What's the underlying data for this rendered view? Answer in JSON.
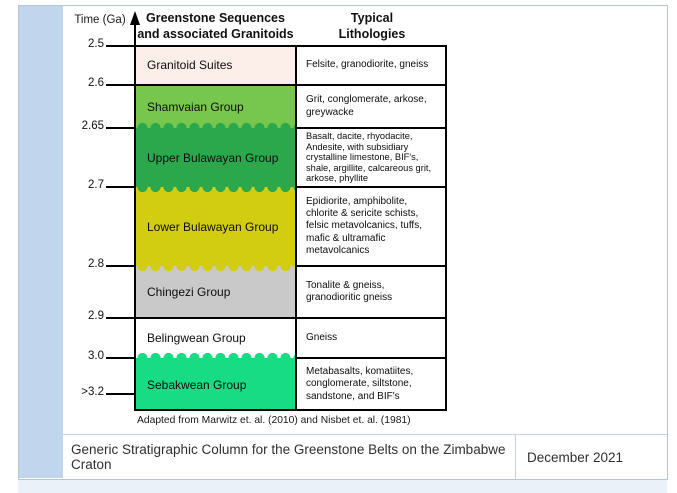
{
  "frame": {
    "left_margin_color": "#c1d5ec",
    "border_color": "#b5c8da"
  },
  "axis": {
    "label": "Time (Ga)",
    "ticks": [
      "2.5",
      "2.6",
      "2.65",
      "2.7",
      "2.8",
      "2.9",
      "3.0",
      ">3.2"
    ]
  },
  "columns": {
    "left_header_line1": "Greenstone Sequences",
    "left_header_line2": "and associated Granitoids",
    "right_header_line1": "Typical",
    "right_header_line2": "Lithologies"
  },
  "rows": [
    {
      "group": "Granitoid Suites",
      "lithology": "Felsite, granodiorite, gneiss",
      "color": "#fceee8"
    },
    {
      "group": "Shamvaian Group",
      "lithology": "Grit, conglomerate, arkose, greywacke",
      "color": "#77c64e"
    },
    {
      "group": "Upper Bulawayan Group",
      "lithology": "Basalt, dacite, rhyodacite, Andesite, with subsidiary crystalline limestone, BIF's, shale, argillite, calcareous grit, arkose, phyllite",
      "color": "#2ba84c"
    },
    {
      "group": "Lower Bulawayan Group",
      "lithology": "Epidiorite, amphibolite, chlorite & sericite schists, felsic metavolcanics, tuffs, mafic & ultramafic metavolcanics",
      "color": "#d3cd11"
    },
    {
      "group": "Chingezi Group",
      "lithology": "Tonalite & gneiss, granodioritic gneiss",
      "color": "#c9c9c9"
    },
    {
      "group": "Belingwean Group",
      "lithology": "Gneiss",
      "color": "#ffffff"
    },
    {
      "group": "Sebakwean Group",
      "lithology": "Metabasalts, komatiites, conglomerate, siltstone, sandstone, and BIF's",
      "color": "#17dc84"
    }
  ],
  "source_note": "Adapted from Marwitz et. al. (2010) and Nisbet et. al. (1981)",
  "footer": {
    "title": "Generic Stratigraphic Column for the Greenstone Belts on the Zimbabwe Craton",
    "date": "December 2021"
  }
}
